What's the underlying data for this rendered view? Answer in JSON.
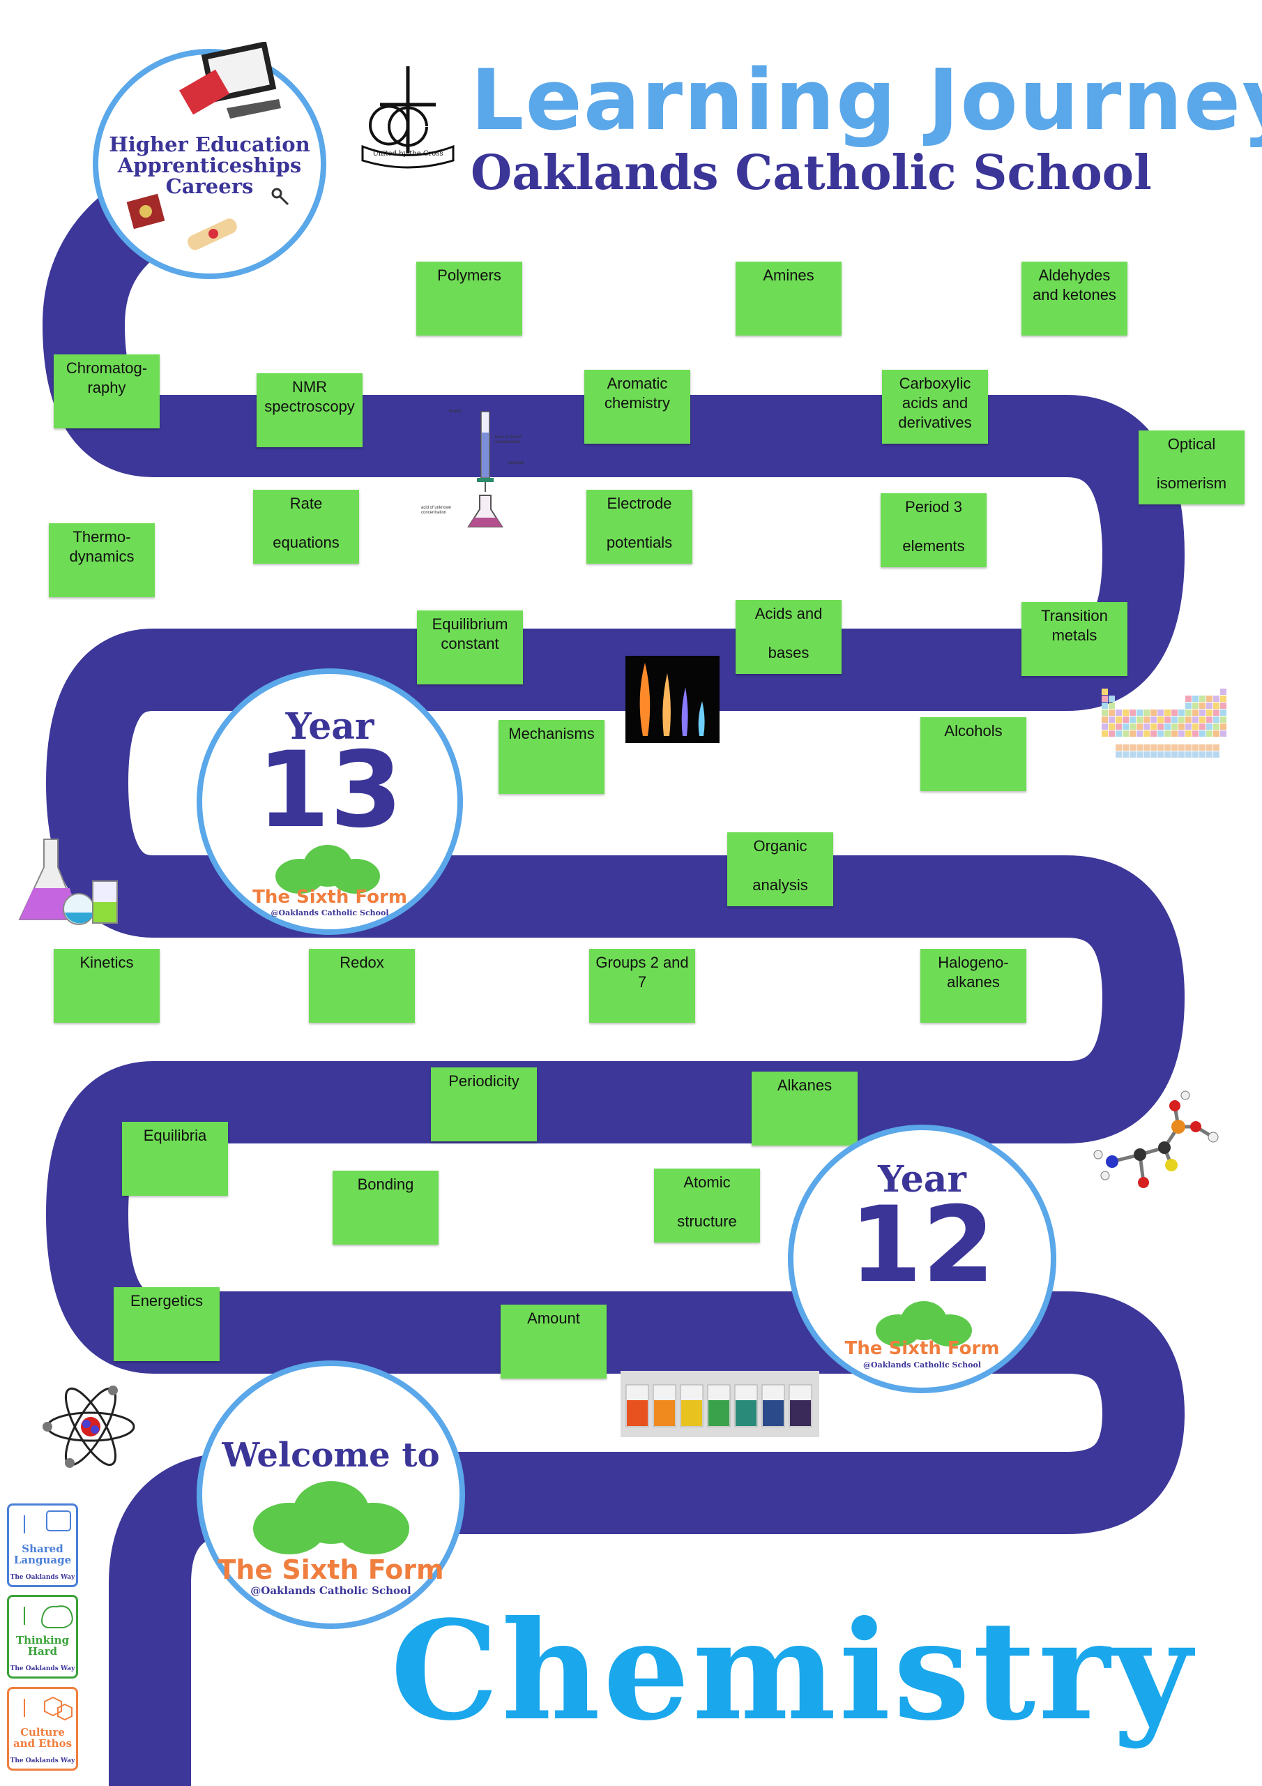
{
  "header": {
    "title": "Learning Journey",
    "school": "Oaklands Catholic School",
    "crest_motto": "United by the Cross"
  },
  "career_circle": {
    "line1": "Higher Education",
    "line2": "Apprenticeships",
    "line3": "Careers"
  },
  "year13": {
    "word": "Year",
    "number": "13",
    "sixth_form": "The Sixth Form",
    "sixth_form_sub": "@Oaklands Catholic School"
  },
  "year12": {
    "word": "Year",
    "number": "12",
    "sixth_form": "The Sixth Form",
    "sixth_form_sub": "@Oaklands Catholic School"
  },
  "welcome": {
    "text": "Welcome to",
    "sixth_form": "The Sixth Form",
    "sixth_form_sub": "@Oaklands Catholic School"
  },
  "subject": "Chemistry",
  "burette_labels": {
    "burette": "burette",
    "base": "base of known concentration",
    "stopcock": "stopcock",
    "acid": "acid of unknown concentration"
  },
  "topics": [
    "Polymers",
    "Amines",
    "Aldehydes\nand ketones",
    "Chromatog-\nraphy",
    "NMR\nspectroscopy",
    "Aromatic\nchemistry",
    "Carboxylic\nacids and\nderivatives",
    "Optical\n\nisomerism",
    "Rate\n\nequations",
    "Electrode\n\npotentials",
    "Period 3\n\nelements",
    "Thermo-\ndynamics",
    "Equilibrium\nconstant",
    "Acids and\n\nbases",
    "Transition\nmetals",
    "Mechanisms",
    "Alcohols",
    "Organic\n\nanalysis",
    "Kinetics",
    "Redox",
    "Groups 2 and\n7",
    "Halogeno-\nalkanes",
    "Periodicity",
    "Alkanes",
    "Equilibria",
    "Bonding",
    "Atomic\n\nstructure",
    "Energetics",
    "Amount"
  ],
  "badges": [
    {
      "title": "Shared\nLanguage",
      "sub": "The Oaklands Way",
      "color": "#4a7fd8"
    },
    {
      "title": "Thinking\nHard",
      "sub": "The Oaklands Way",
      "color": "#3aa23a"
    },
    {
      "title": "Culture\nand Ethos",
      "sub": "The Oaklands Way",
      "color": "#f07e3e"
    }
  ],
  "colors": {
    "road": "#3d3799",
    "topic": "#6fdc55",
    "title": "#5aa7e9",
    "school": "#3b3598",
    "chemistry": "#1aa7ec"
  }
}
